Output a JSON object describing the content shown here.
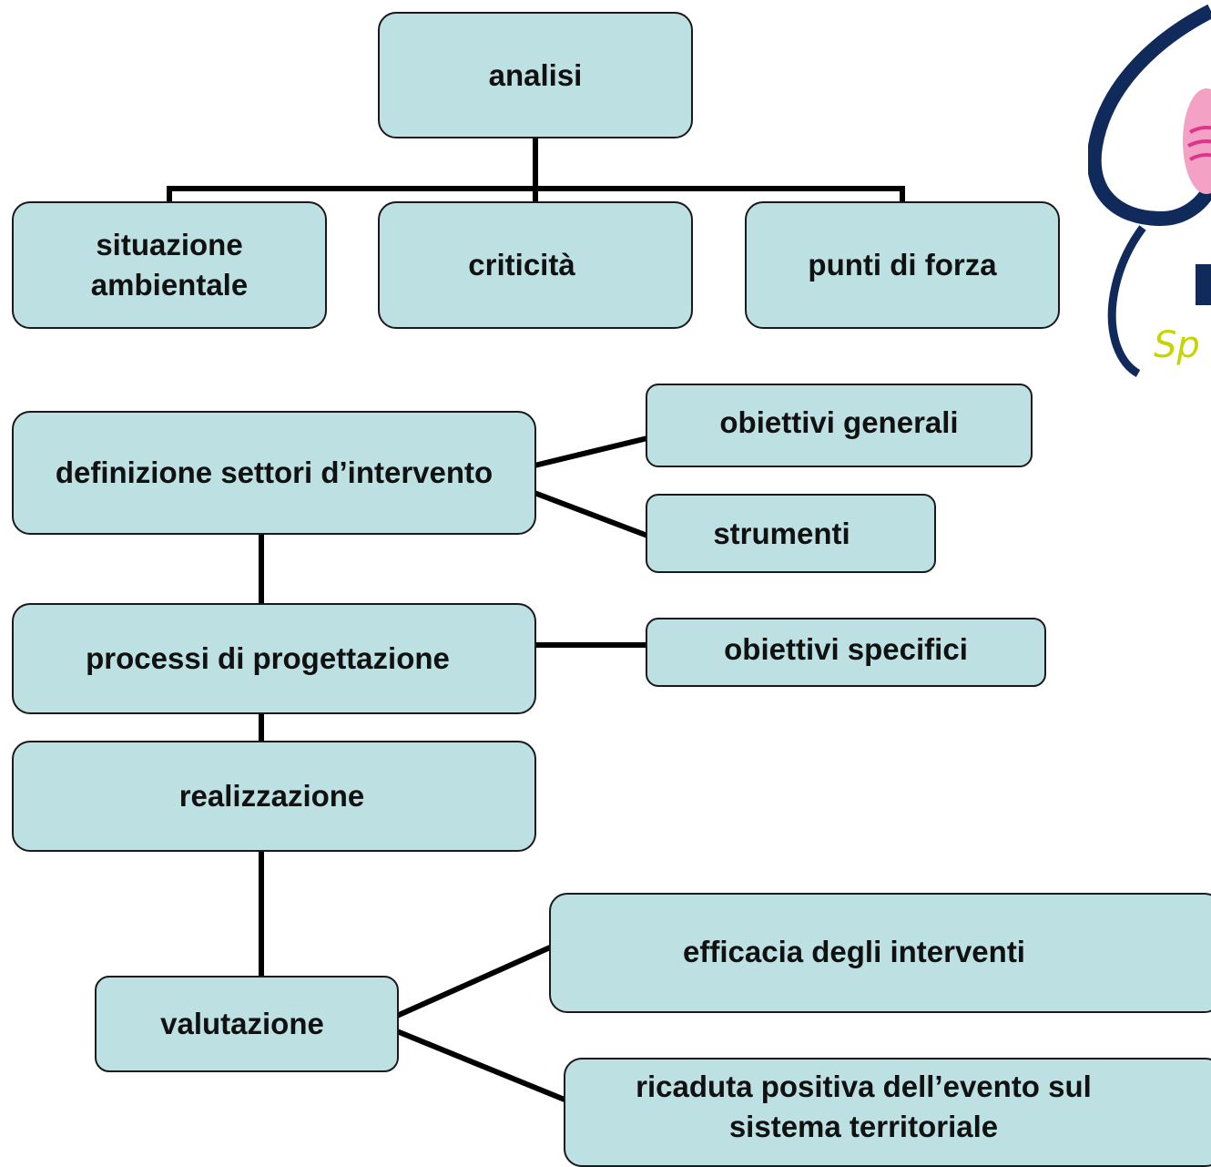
{
  "nodes": {
    "analisi": "analisi",
    "situazione_ambientale": "situazione\nambientale",
    "criticita": "criticità",
    "punti_di_forza": "punti di forza",
    "definizione_settori": "definizione settori d’intervento",
    "obiettivi_generali": "obiettivi generali",
    "strumenti": "strumenti",
    "processi_progettazione": "processi di progettazione",
    "obiettivi_specifici": "obiettivi specifici",
    "realizzazione": "realizzazione",
    "valutazione": "valutazione",
    "efficacia_interventi": "efficacia degli interventi",
    "ricaduta_positiva": "ricaduta positiva dell’evento sul\nsistema territoriale"
  },
  "logo": {
    "colors": {
      "navy": "#102a5c",
      "pink": "#e0338a",
      "lime": "#c8d400"
    },
    "partial_text": "Sp"
  }
}
